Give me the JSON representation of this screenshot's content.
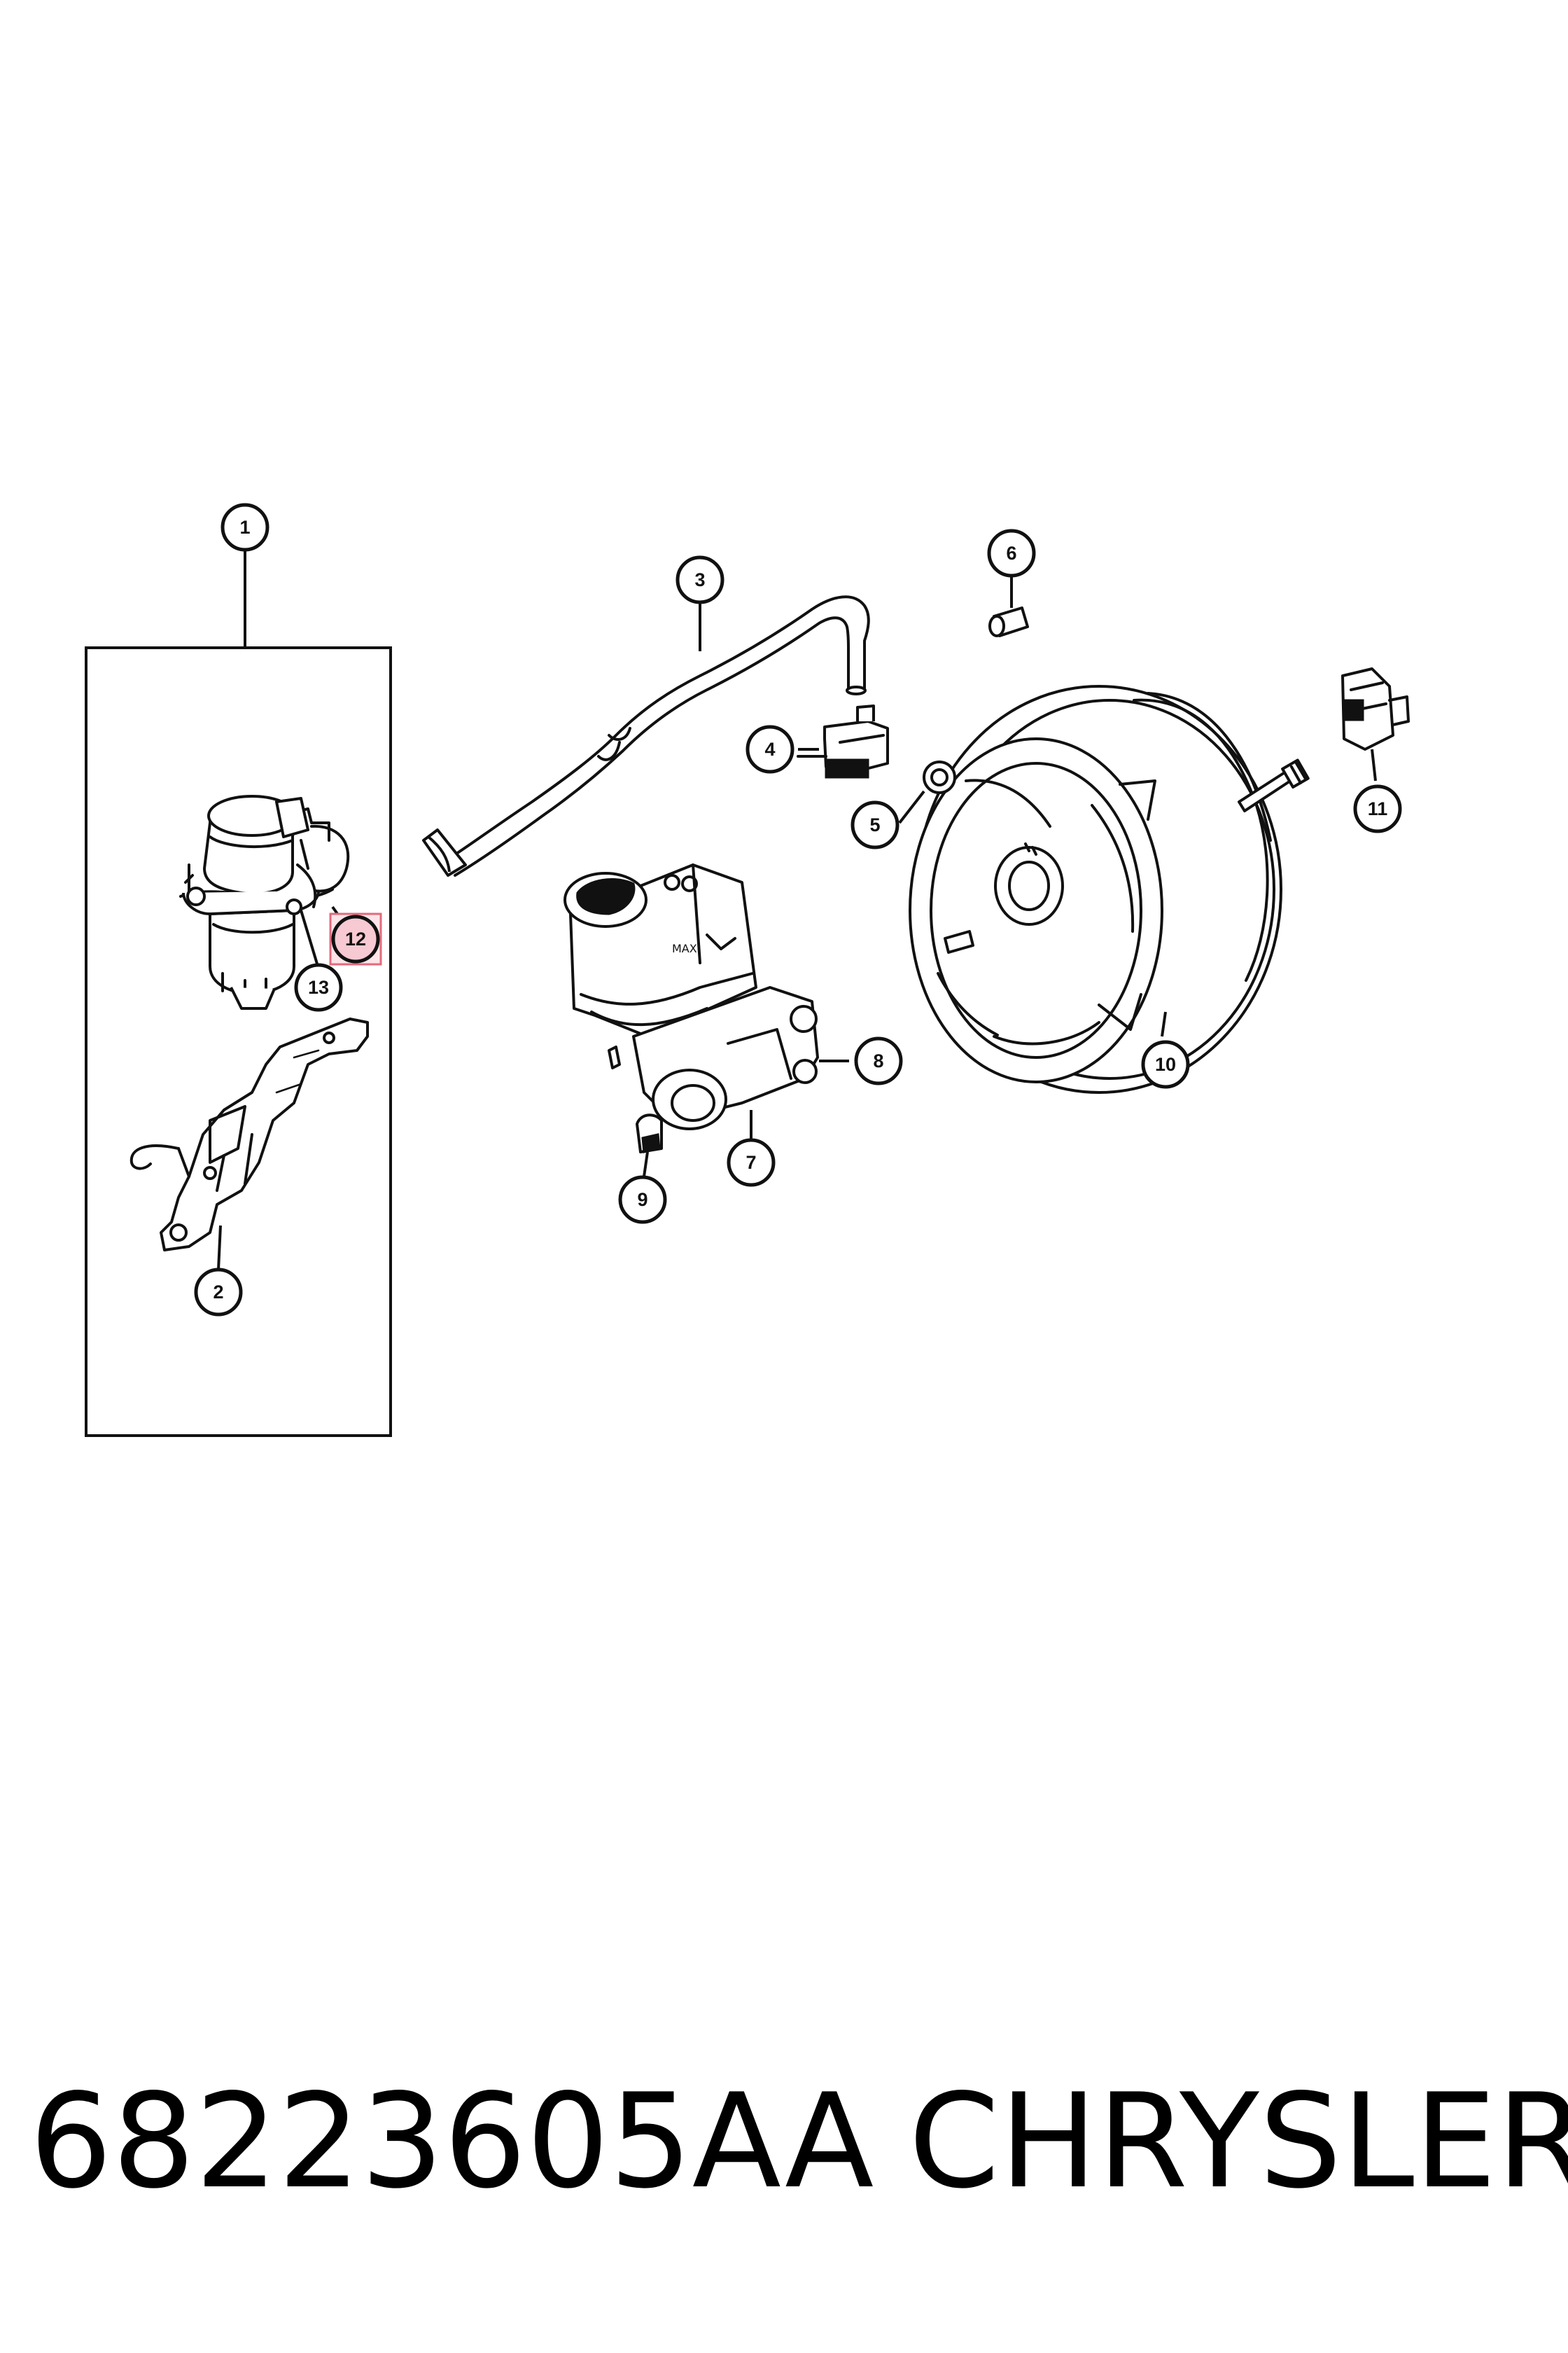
{
  "diagram": {
    "callouts": [
      {
        "id": "callout-1",
        "label": "1"
      },
      {
        "id": "callout-2",
        "label": "2"
      },
      {
        "id": "callout-3",
        "label": "3"
      },
      {
        "id": "callout-4",
        "label": "4"
      },
      {
        "id": "callout-5",
        "label": "5"
      },
      {
        "id": "callout-6",
        "label": "6"
      },
      {
        "id": "callout-7",
        "label": "7"
      },
      {
        "id": "callout-8",
        "label": "8"
      },
      {
        "id": "callout-9",
        "label": "9"
      },
      {
        "id": "callout-10",
        "label": "10"
      },
      {
        "id": "callout-11",
        "label": "11"
      },
      {
        "id": "callout-12",
        "label": "12",
        "highlighted": true
      },
      {
        "id": "callout-13",
        "label": "13"
      }
    ],
    "highlight_color": "#e26a7c"
  },
  "footer": {
    "part_number": "68223605AA",
    "brand": "CHRYSLER"
  }
}
